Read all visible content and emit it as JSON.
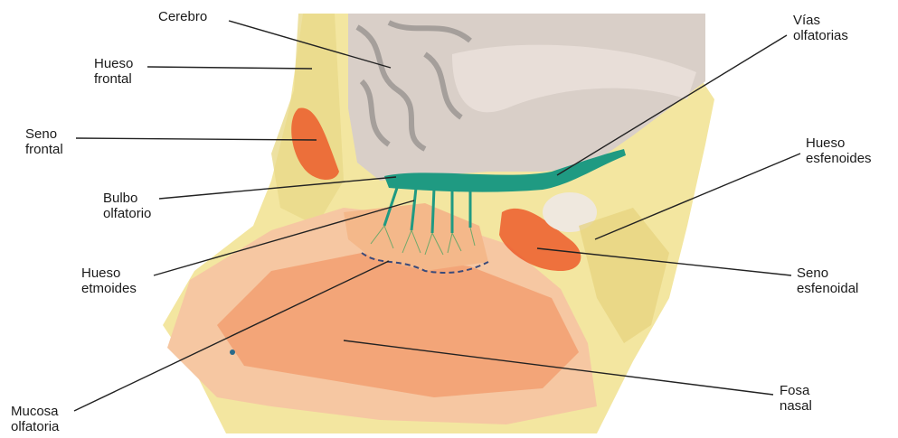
{
  "labels": {
    "cerebro": "Cerebro",
    "hueso_frontal": "Hueso\nfrontal",
    "seno_frontal": "Seno\nfrontal",
    "bulbo_olfatorio": "Bulbo\nolfatorio",
    "hueso_etmoides": "Hueso\netmoides",
    "mucosa_olfatoria": "Mucosa\nolfatoria",
    "vias_olfatorias": "Vías\nolfatorias",
    "hueso_esfenoides": "Hueso\nesfenoides",
    "seno_esfenoidal": "Seno\nesfenoidal",
    "fosa_nasal": "Fosa\nnasal"
  },
  "colors": {
    "bone": "#f3e6a0",
    "skin": "#f6c7a2",
    "cavity": "#f29a6a",
    "sinus": "#ec5c2c",
    "brain": "#d9cfc8",
    "nerve": "#1f9a82"
  }
}
